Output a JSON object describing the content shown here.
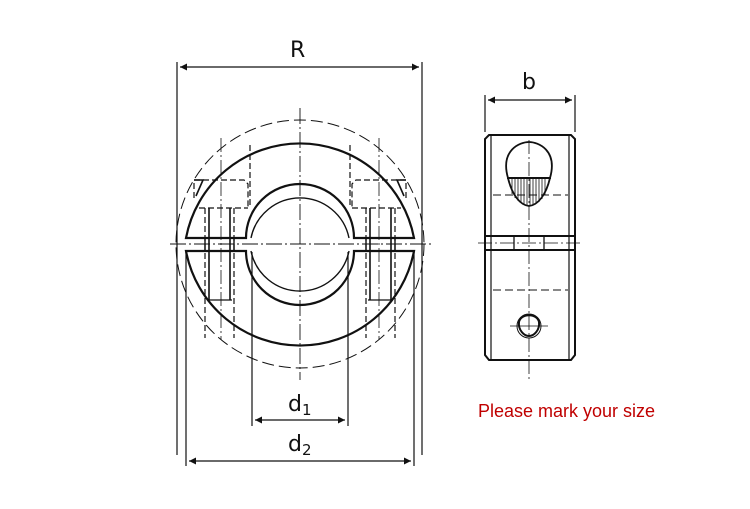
{
  "diagram": {
    "type": "technical-drawing",
    "subject": "double split shaft collar",
    "views": [
      "front-view",
      "side-view"
    ],
    "dimensions": {
      "R": {
        "label": "R"
      },
      "b": {
        "label": "b"
      },
      "d1": {
        "base": "d",
        "sub": "1"
      },
      "d2": {
        "base": "d",
        "sub": "2"
      }
    },
    "note": {
      "text": "Please mark your size",
      "color": "#c00000"
    }
  }
}
